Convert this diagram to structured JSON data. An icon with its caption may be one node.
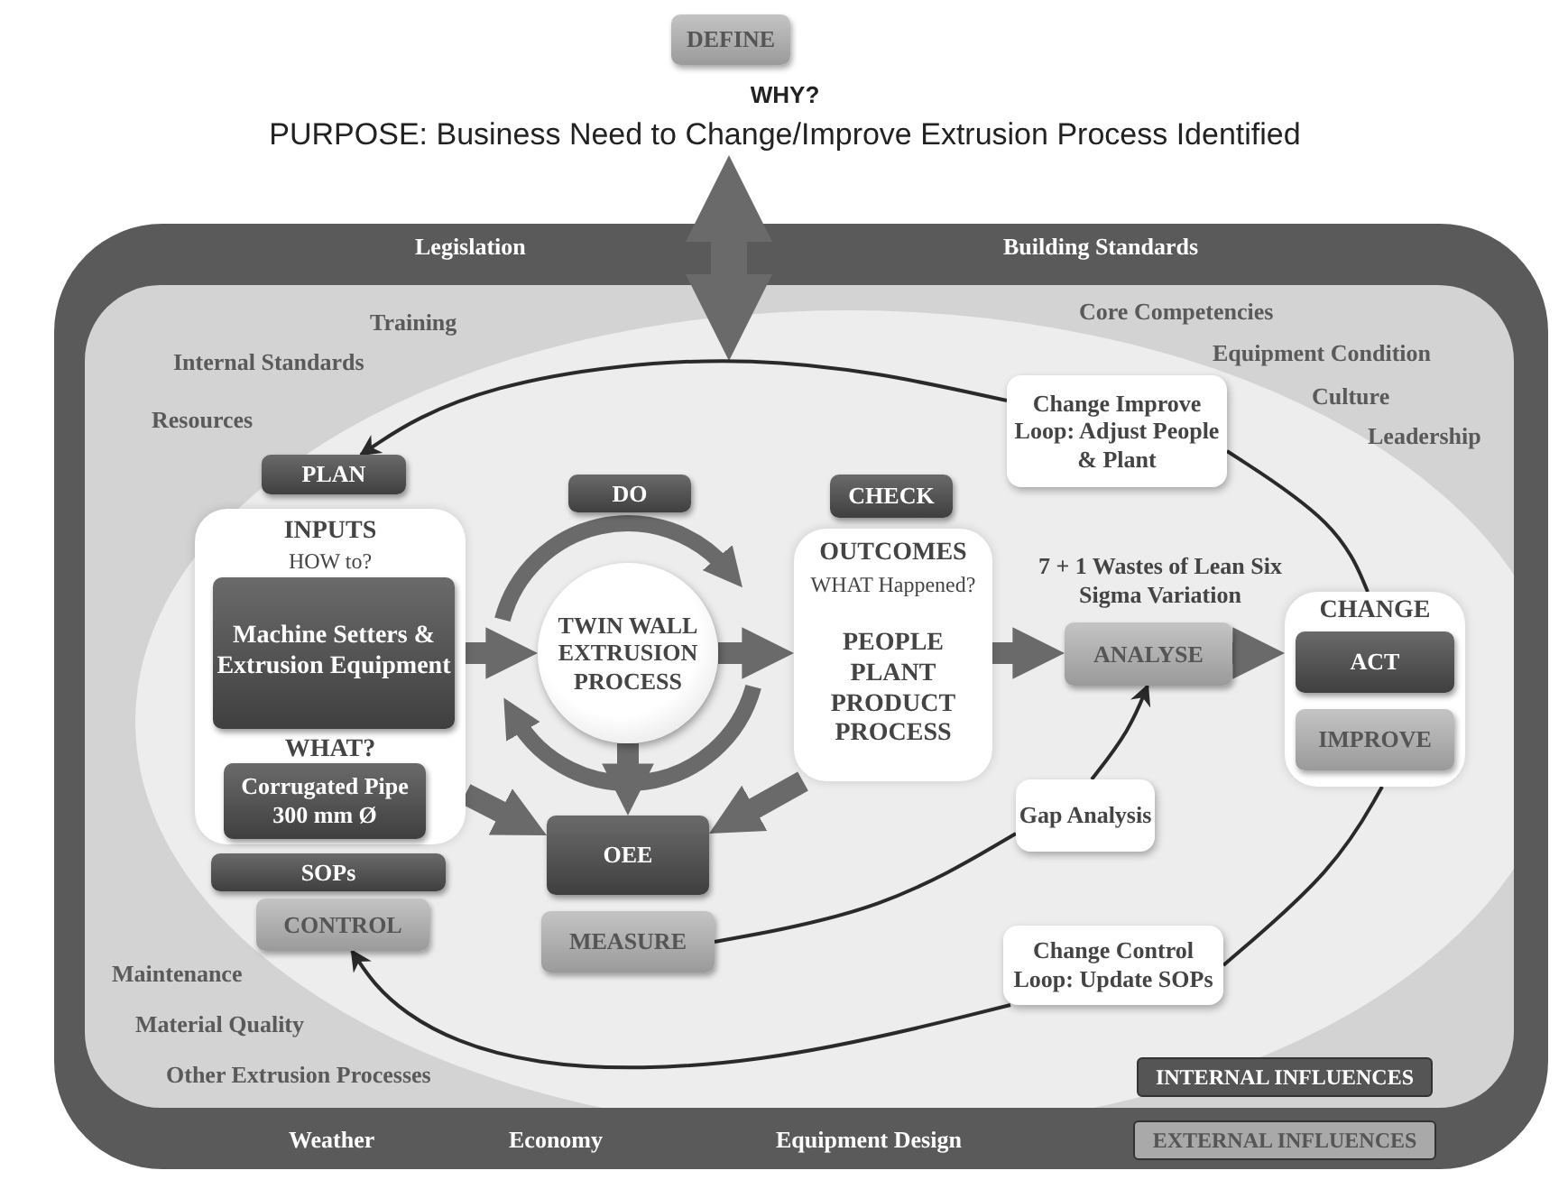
{
  "diagram": {
    "nodes": [
      {
        "text": [
          "DEFINE"
        ]
      },
      {
        "text": [
          "WHY?",
          "PURPOSE: Business Need to Change/Improve Extrusion Process Identified"
        ]
      },
      {
        "text": [
          "PLAN"
        ]
      },
      {
        "text": [
          "INPUTS",
          "HOW to?",
          "WHAT?"
        ]
      },
      {
        "text": [
          "Machine Setters & Extrusion Equipment"
        ],
        "in": 3
      },
      {
        "text": [
          "Corrugated Pipe 300 mm Ø"
        ],
        "in": 3
      },
      {
        "text": [
          "SOPs"
        ]
      },
      {
        "text": [
          "CONTROL"
        ]
      },
      {
        "text": [
          "DO"
        ]
      },
      {
        "text": [
          "TWIN WALL EXTRUSION PROCESS"
        ]
      },
      {
        "text": [
          "OEE"
        ]
      },
      {
        "text": [
          "MEASURE"
        ]
      },
      {
        "text": [
          "CHECK"
        ]
      },
      {
        "text": [
          "OUTCOMES",
          "WHAT Happened?",
          "PEOPLE PLANT PRODUCT PROCESS"
        ]
      },
      {
        "text": [
          "ANALYSE"
        ],
        "beside": [
          "7 + 1 Wastes of Lean Six Sigma Variation"
        ]
      },
      {
        "text": [
          "Gap Analysis"
        ]
      },
      {
        "text": [
          "Change Improve Loop: Adjust People & Plant"
        ]
      },
      {
        "text": [
          "CHANGE"
        ]
      },
      {
        "text": [
          "ACT"
        ],
        "in": 17
      },
      {
        "text": [
          "IMPROVE"
        ],
        "in": 17
      },
      {
        "text": [
          "Change Control Loop: Update SOPs"
        ]
      }
    ],
    "edges": [
      {
        "from": 1,
        "to": null,
        "arrow": "both"
      },
      {
        "from": 3,
        "to": 9,
        "arrow": "to"
      },
      {
        "from": 9,
        "to": 13,
        "arrow": "to"
      },
      {
        "from": 9,
        "to": 10,
        "arrow": "to"
      },
      {
        "from": 3,
        "to": 10,
        "arrow": "to"
      },
      {
        "from": 13,
        "to": 10,
        "arrow": "to"
      },
      {
        "from": 13,
        "to": 14,
        "arrow": "to"
      },
      {
        "from": 14,
        "to": 17,
        "arrow": "to"
      },
      {
        "from": 11,
        "to": 15,
        "arrow": "none",
        "color": "#2a2a2a"
      },
      {
        "from": 15,
        "to": 14,
        "arrow": "to",
        "color": "#2a2a2a"
      },
      {
        "from": 17,
        "to": 16,
        "arrow": "none",
        "color": "#2a2a2a"
      },
      {
        "from": 16,
        "to": 2,
        "arrow": "to",
        "color": "#2a2a2a"
      },
      {
        "from": 17,
        "to": 20,
        "arrow": "none",
        "color": "#2a2a2a"
      },
      {
        "from": 20,
        "to": 7,
        "arrow": "to",
        "color": "#2a2a2a"
      }
    ],
    "labels": [
      "Legislation",
      "Building Standards",
      "Training",
      "Core Competencies",
      "Internal Standards",
      "Equipment Condition",
      "Culture",
      "Resources",
      "Leadership",
      "Maintenance",
      "Material Quality",
      "Other Extrusion Processes",
      "Weather",
      "Economy",
      "Equipment Design"
    ],
    "legend": [
      {
        "text": "INTERNAL INFLUENCES",
        "color": "#555555"
      },
      {
        "text": "EXTERNAL INFLUENCES",
        "color": "#a9a9a9"
      }
    ]
  }
}
